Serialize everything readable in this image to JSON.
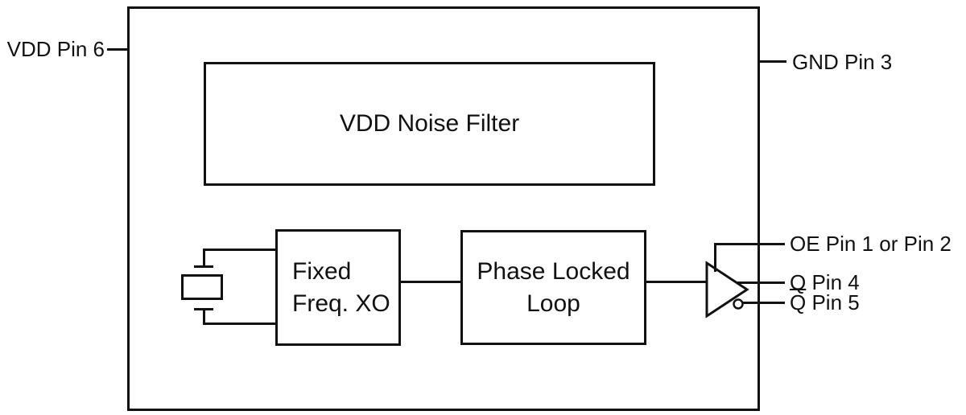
{
  "diagram": {
    "kind": "functional-block-diagram",
    "colors": {
      "line": "#111111",
      "background": "#ffffff"
    },
    "blocks": {
      "noise_filter": {
        "label": "VDD Noise Filter"
      },
      "xo": {
        "line1": "Fixed",
        "line2": "Freq. XO"
      },
      "pll": {
        "line1": "Phase Locked",
        "line2": "Loop"
      }
    },
    "pins": {
      "vdd": {
        "label": "VDD Pin 6"
      },
      "gnd": {
        "label": "GND Pin 3"
      },
      "oe": {
        "label": "OE Pin 1 or Pin 2"
      },
      "q": {
        "label": "Q Pin 4"
      },
      "q_bar": {
        "overline": "Q",
        "rest": " Pin 5"
      }
    },
    "icons": {
      "crystal": "crystal-resonator-symbol",
      "output_buffer": "tri-state-buffer-triangle",
      "inversion_bubble": "inverter-bubble"
    }
  }
}
